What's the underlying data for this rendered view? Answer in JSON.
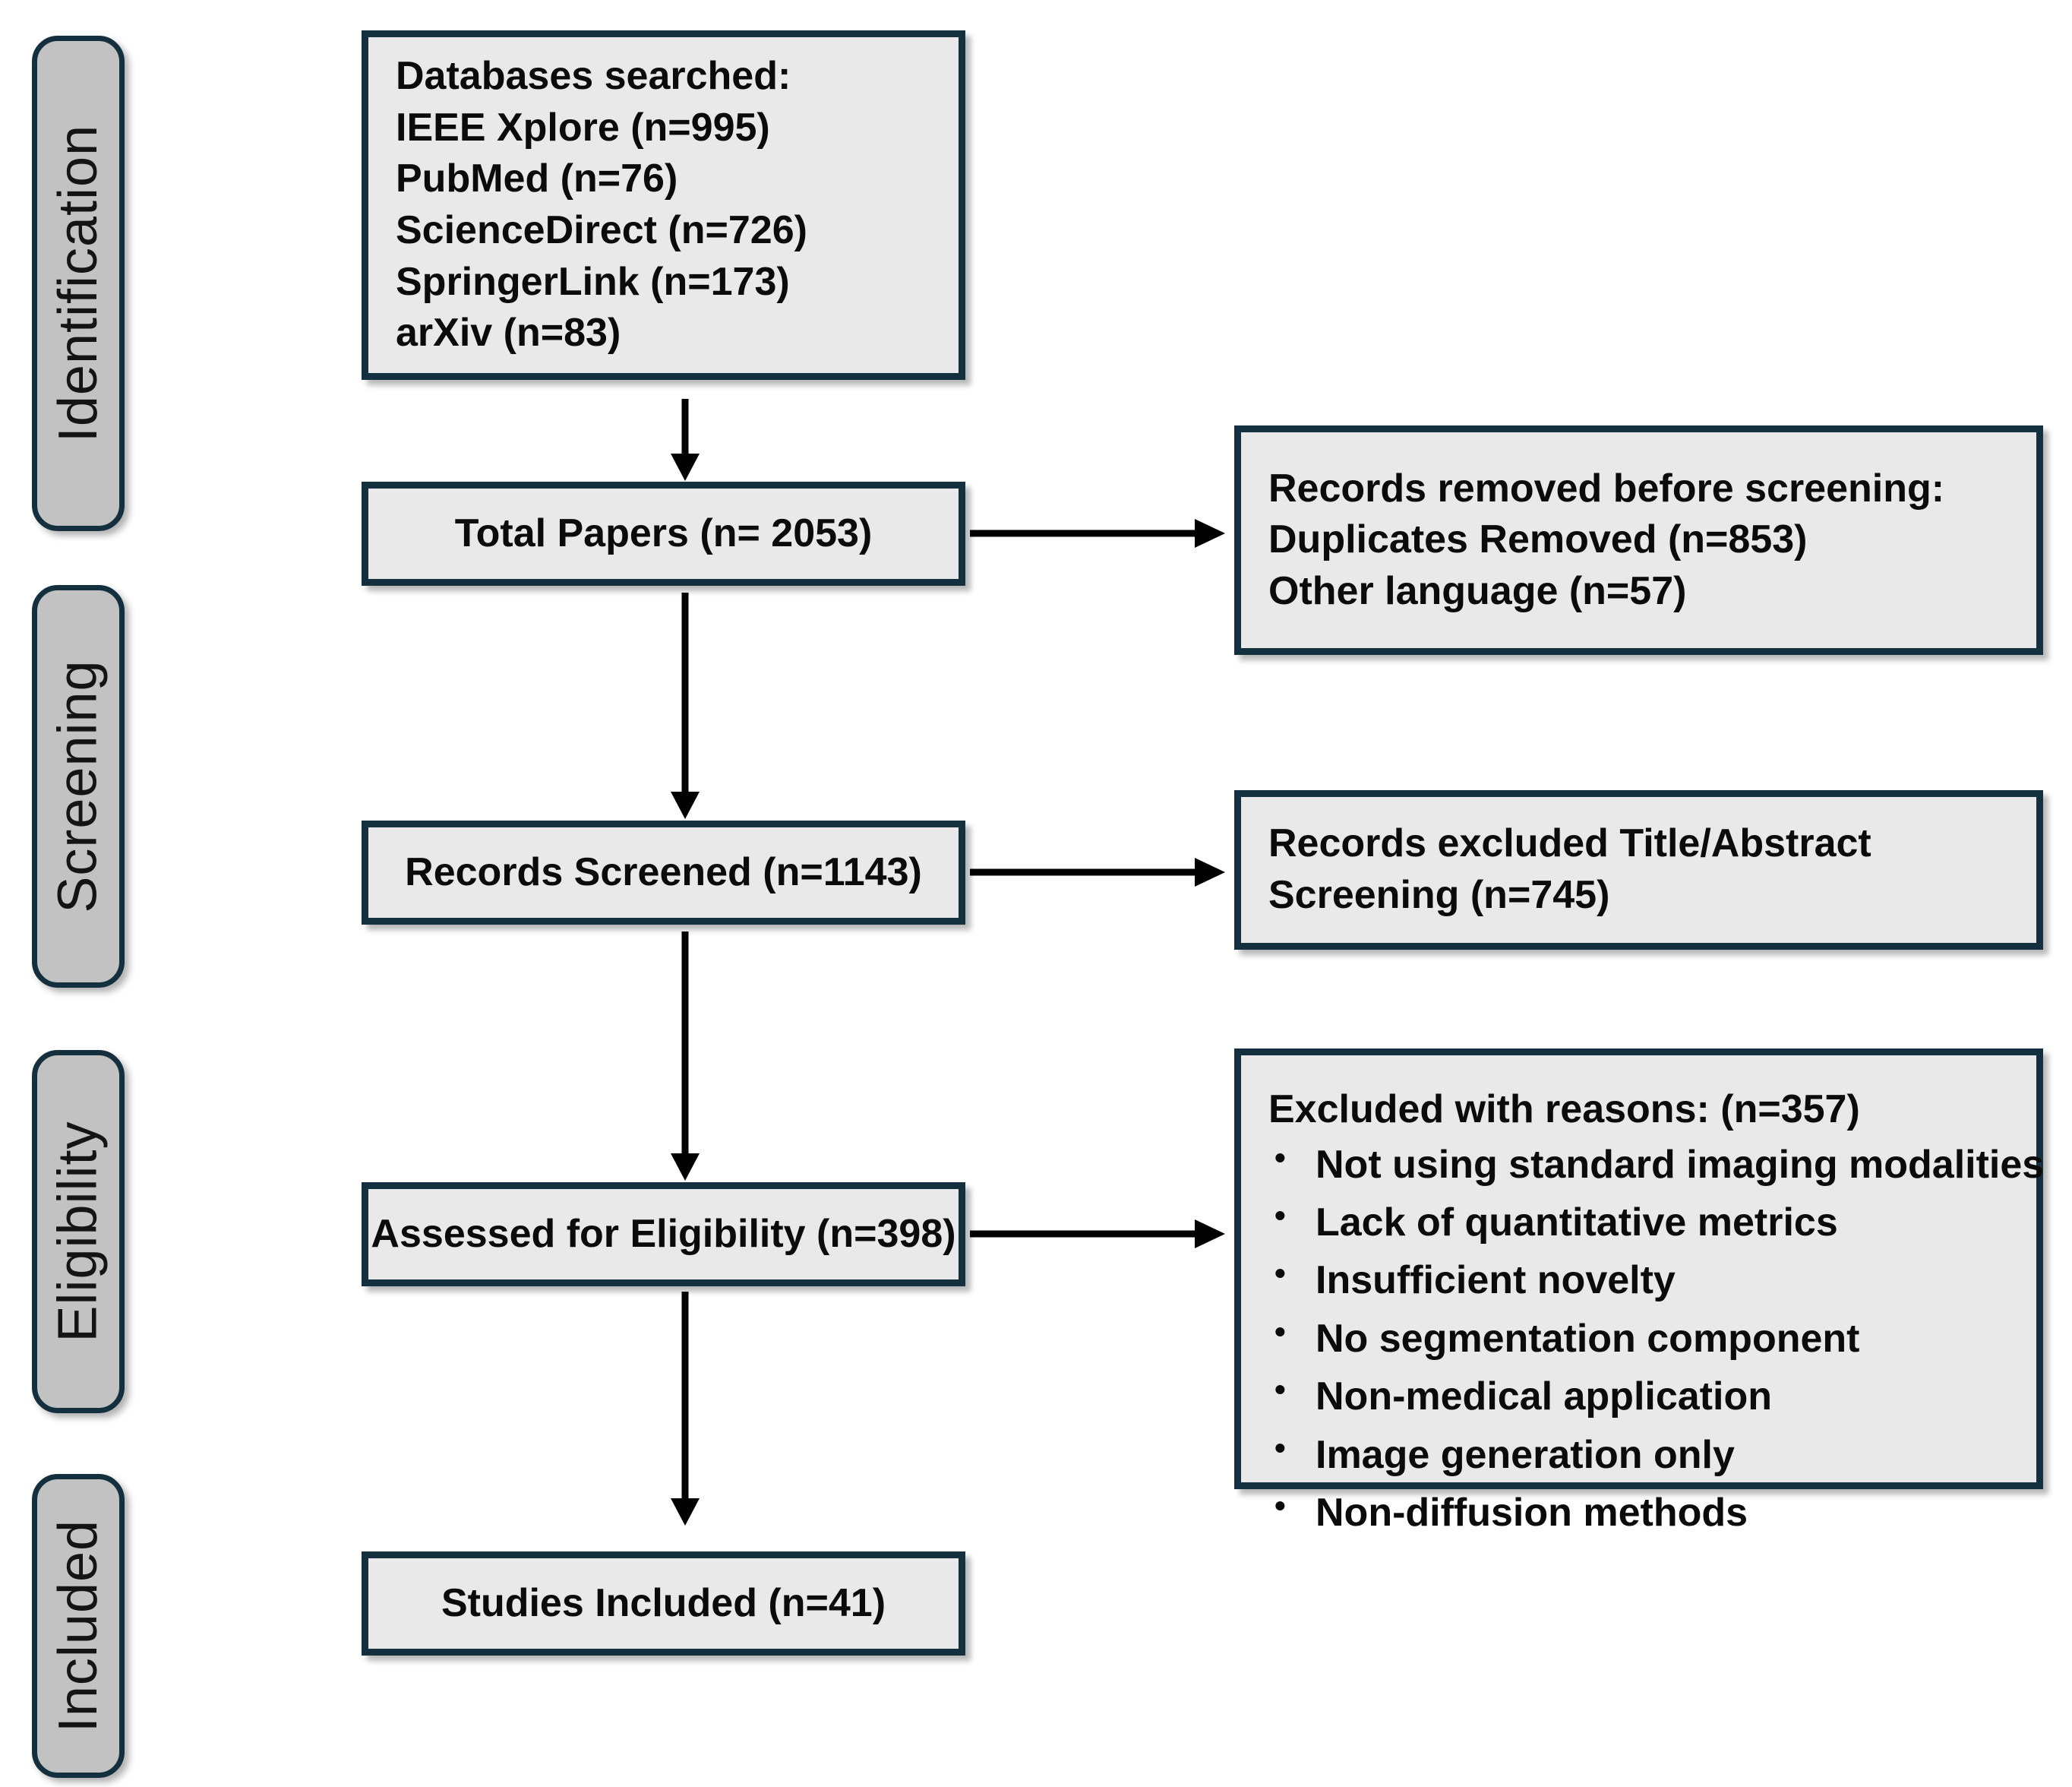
{
  "diagram": {
    "title": "PRISMA flow diagram",
    "colors": {
      "box_border": "#14303f",
      "box_fill": "#e9e9e9",
      "stage_fill": "#c2c2c2",
      "arrow": "#000000",
      "text": "#0b0b0b"
    }
  },
  "stages": [
    {
      "label": "Identification"
    },
    {
      "label": "Screening"
    },
    {
      "label": "Eligibility"
    },
    {
      "label": "Included"
    }
  ],
  "boxes": {
    "databases": {
      "lines": [
        "Databases searched:",
        "IEEE Xplore (n=995)",
        "PubMed (n=76)",
        "ScienceDirect (n=726)",
        "SpringerLink (n=173)",
        "arXiv  (n=83)"
      ]
    },
    "total_papers": {
      "label": "Total Papers (n= 2053)"
    },
    "records_removed": {
      "lines": [
        "Records removed before screening:",
        "Duplicates Removed (n=853)",
        "Other language (n=57)"
      ]
    },
    "records_screened": {
      "label": "Records Screened (n=1143)"
    },
    "records_excluded": {
      "lines": [
        "Records excluded Title/Abstract",
        "Screening (n=745)"
      ]
    },
    "assessed_eligibility": {
      "label": "Assessed for Eligibility  (n=398)"
    },
    "excluded_reasons": {
      "heading": "Excluded  with reasons: (n=357)",
      "reasons": [
        "Not using standard imaging modalities",
        "Lack of quantitative metrics",
        "Insufficient novelty",
        "No segmentation component",
        "Non-medical application",
        "Image generation only",
        "Non-diffusion methods"
      ]
    },
    "studies_included": {
      "label": "Studies Included (n=41)"
    }
  },
  "chart_data": {
    "type": "diagram",
    "title": "PRISMA flow diagram",
    "nodes": [
      {
        "id": "databases",
        "stage": "Identification",
        "n": 2053,
        "sources": [
          {
            "name": "IEEE Xplore",
            "n": 995
          },
          {
            "name": "PubMed",
            "n": 76
          },
          {
            "name": "ScienceDirect",
            "n": 726
          },
          {
            "name": "SpringerLink",
            "n": 173
          },
          {
            "name": "arXiv",
            "n": 83
          }
        ]
      },
      {
        "id": "total_papers",
        "stage": "Identification",
        "n": 2053
      },
      {
        "id": "records_removed",
        "stage": "Identification",
        "duplicates_removed": 853,
        "other_language": 57
      },
      {
        "id": "records_screened",
        "stage": "Screening",
        "n": 1143
      },
      {
        "id": "records_excluded",
        "stage": "Screening",
        "n": 745
      },
      {
        "id": "assessed_eligibility",
        "stage": "Eligibility",
        "n": 398
      },
      {
        "id": "excluded_reasons",
        "stage": "Eligibility",
        "n": 357
      },
      {
        "id": "studies_included",
        "stage": "Included",
        "n": 41
      }
    ],
    "edges": [
      {
        "from": "databases",
        "to": "total_papers",
        "direction": "down"
      },
      {
        "from": "total_papers",
        "to": "records_removed",
        "direction": "right"
      },
      {
        "from": "total_papers",
        "to": "records_screened",
        "direction": "down"
      },
      {
        "from": "records_screened",
        "to": "records_excluded",
        "direction": "right"
      },
      {
        "from": "records_screened",
        "to": "assessed_eligibility",
        "direction": "down"
      },
      {
        "from": "assessed_eligibility",
        "to": "excluded_reasons",
        "direction": "right"
      },
      {
        "from": "assessed_eligibility",
        "to": "studies_included",
        "direction": "down"
      }
    ]
  }
}
